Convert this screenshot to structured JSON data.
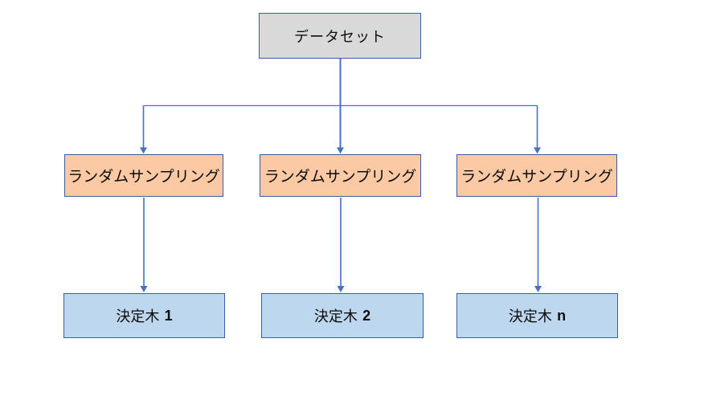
{
  "diagram": {
    "colors": {
      "background": "#FFFFFF",
      "dataset-fill": "#D9D9D9",
      "sampling-fill": "#FCC9A5",
      "tree-fill": "#BDD7EE",
      "box-border": "#3B5CAB",
      "connector": "#4472C4",
      "text": "#0D0D0D"
    },
    "dataset_box": {
      "label": "データセット"
    },
    "sampling_boxes": [
      {
        "label": "ランダムサンプリング"
      },
      {
        "label": "ランダムサンプリング"
      },
      {
        "label": "ランダムサンプリング"
      }
    ],
    "tree_boxes": [
      {
        "label": "決定木",
        "suffix": "1"
      },
      {
        "label": "決定木",
        "suffix": "2"
      },
      {
        "label": "決定木",
        "suffix": "n"
      }
    ]
  }
}
